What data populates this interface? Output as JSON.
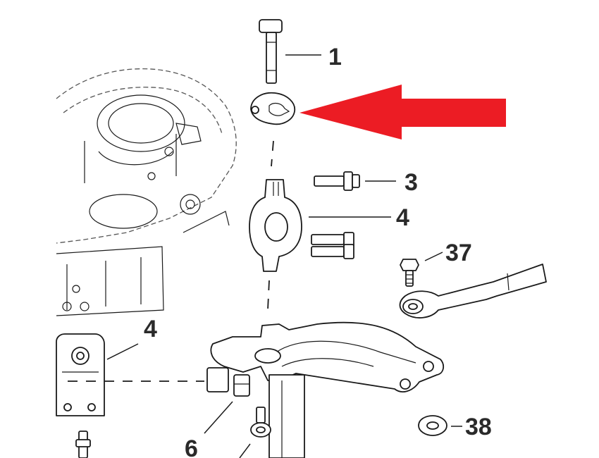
{
  "diagram": {
    "callouts": [
      {
        "id": "c1",
        "label": "1"
      },
      {
        "id": "c3",
        "label": "3"
      },
      {
        "id": "c4a",
        "label": "4"
      },
      {
        "id": "c37",
        "label": "37"
      },
      {
        "id": "c4b",
        "label": "4"
      },
      {
        "id": "c38",
        "label": "38"
      },
      {
        "id": "c6",
        "label": "6"
      }
    ],
    "highlight_arrow": {
      "color": "#ec1c24",
      "points_to": "callout-part-2-plate"
    }
  }
}
